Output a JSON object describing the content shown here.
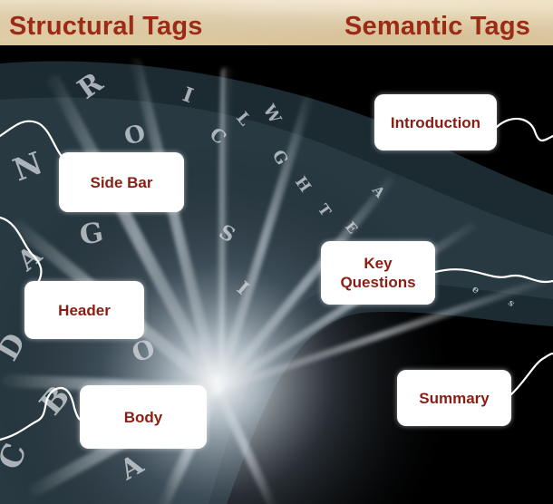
{
  "headings": {
    "structural": "Structural Tags",
    "semantic": "Semantic Tags"
  },
  "structural_tags": [
    "Side Bar",
    "Header",
    "Body"
  ],
  "semantic_tags": [
    "Introduction",
    "Key Questions",
    "Summary"
  ],
  "colors": {
    "heading_text": "#9b2b15",
    "label_text": "#8b1e14",
    "label_background": "#ffffff",
    "parchment": "#e6d6b2",
    "background": "#000000"
  }
}
